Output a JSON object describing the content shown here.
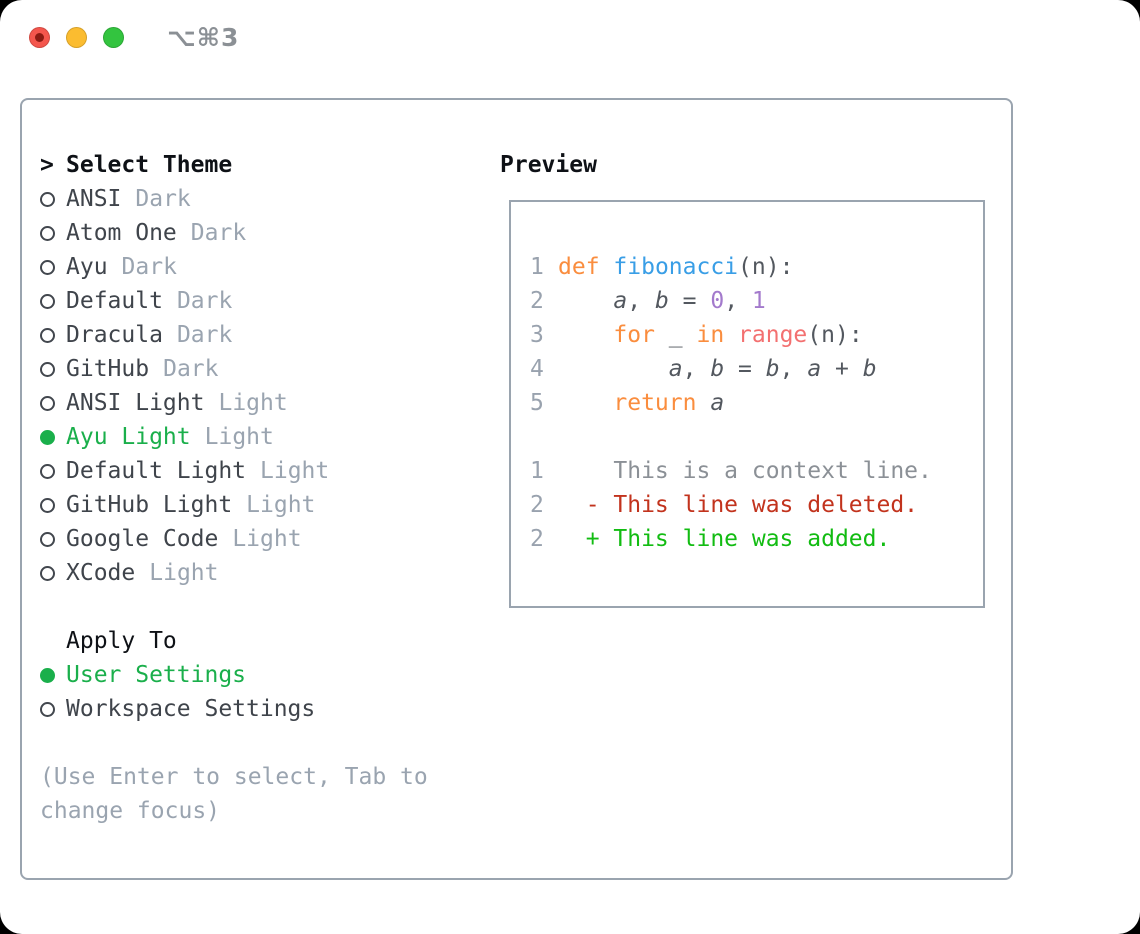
{
  "window": {
    "title": "⌥⌘3"
  },
  "colors": {
    "border": "#9aa4af",
    "text_black": "#0e1116",
    "text_dark": "#3f444b",
    "muted": "#9aa4b0",
    "accent_green": "#1aaf4b",
    "radio_ring": "#42474e",
    "gutter": "#99a2ae",
    "plain": "#53585f",
    "kw": "#fa8d3e",
    "fn": "#399ee6",
    "call": "#f37070",
    "num": "#a37acc",
    "ctx": "#8b9096",
    "del": "#c2331d",
    "add": "#12bc12",
    "title_gray": "#8b9095",
    "light_red": "#f4564d",
    "light_red_dot": "#8c1b13",
    "light_yellow": "#fbbc30",
    "light_green": "#33c43f"
  },
  "theme_list": {
    "cursor": ">",
    "title": "Select Theme",
    "items": [
      {
        "name": "ANSI",
        "variant": "Dark",
        "selected": false
      },
      {
        "name": "Atom One",
        "variant": "Dark",
        "selected": false
      },
      {
        "name": "Ayu",
        "variant": "Dark",
        "selected": false
      },
      {
        "name": "Default",
        "variant": "Dark",
        "selected": false
      },
      {
        "name": "Dracula",
        "variant": "Dark",
        "selected": false
      },
      {
        "name": "GitHub",
        "variant": "Dark",
        "selected": false
      },
      {
        "name": "ANSI Light",
        "variant": "Light",
        "selected": false
      },
      {
        "name": "Ayu Light",
        "variant": "Light",
        "selected": true
      },
      {
        "name": "Default Light",
        "variant": "Light",
        "selected": false
      },
      {
        "name": "GitHub Light",
        "variant": "Light",
        "selected": false
      },
      {
        "name": "Google Code",
        "variant": "Light",
        "selected": false
      },
      {
        "name": "XCode",
        "variant": "Light",
        "selected": false
      }
    ]
  },
  "apply_to": {
    "title": "Apply To",
    "options": [
      {
        "label": "User Settings",
        "selected": true
      },
      {
        "label": "Workspace Settings",
        "selected": false
      }
    ]
  },
  "help": {
    "lines": [
      "(Use Enter to select, Tab to",
      "change focus)"
    ]
  },
  "preview": {
    "title": "Preview",
    "lines": [
      {
        "num": "1",
        "tokens": [
          [
            "def",
            "kw"
          ],
          [
            " ",
            "pl"
          ],
          [
            "fibonacci",
            "fn"
          ],
          [
            "(n):",
            "pl"
          ]
        ]
      },
      {
        "num": "2",
        "tokens": [
          [
            "    ",
            "pl"
          ],
          [
            "a",
            "va"
          ],
          [
            ", ",
            "pl"
          ],
          [
            "b",
            "va"
          ],
          [
            " = ",
            "pl"
          ],
          [
            "0",
            "nm"
          ],
          [
            ", ",
            "pl"
          ],
          [
            "1",
            "nm"
          ]
        ]
      },
      {
        "num": "3",
        "tokens": [
          [
            "    ",
            "pl"
          ],
          [
            "for",
            "kw"
          ],
          [
            " _ ",
            "pl"
          ],
          [
            "in",
            "kw"
          ],
          [
            " ",
            "pl"
          ],
          [
            "range",
            "ca"
          ],
          [
            "(n):",
            "pl"
          ]
        ]
      },
      {
        "num": "4",
        "tokens": [
          [
            "        ",
            "pl"
          ],
          [
            "a",
            "va"
          ],
          [
            ", ",
            "pl"
          ],
          [
            "b",
            "va"
          ],
          [
            " = ",
            "pl"
          ],
          [
            "b",
            "va"
          ],
          [
            ", ",
            "pl"
          ],
          [
            "a",
            "va"
          ],
          [
            " + ",
            "pl"
          ],
          [
            "b",
            "va"
          ]
        ]
      },
      {
        "num": "5",
        "tokens": [
          [
            "    ",
            "pl"
          ],
          [
            "return",
            "kw"
          ],
          [
            " ",
            "pl"
          ],
          [
            "a",
            "va"
          ]
        ]
      },
      {
        "num": "",
        "tokens": []
      },
      {
        "num": "1",
        "tokens": [
          [
            "    This is a context line.",
            "ctx"
          ]
        ]
      },
      {
        "num": "2",
        "tokens": [
          [
            "  - This line was deleted.",
            "del"
          ]
        ]
      },
      {
        "num": "2",
        "tokens": [
          [
            "  + This line was added.",
            "add"
          ]
        ]
      }
    ]
  }
}
